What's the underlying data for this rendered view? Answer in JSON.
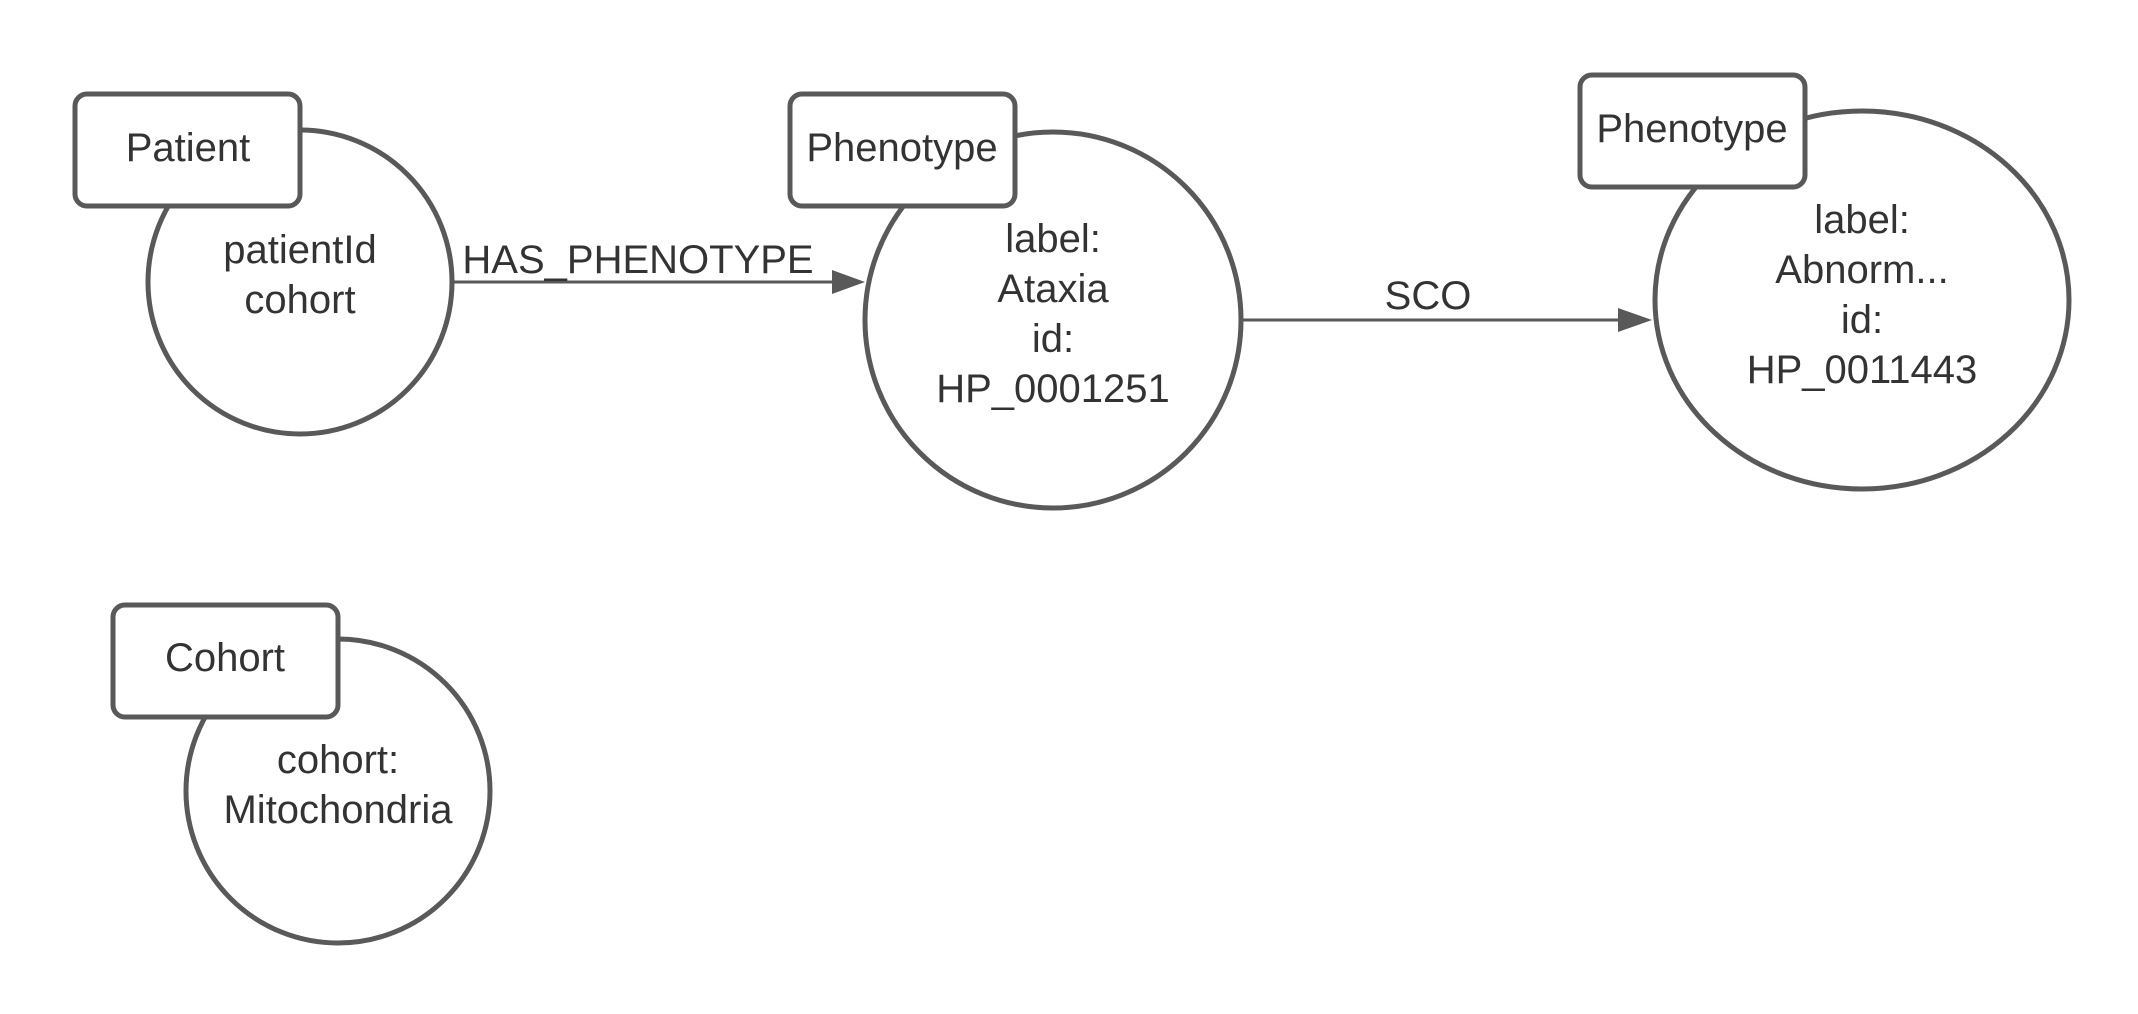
{
  "colors": {
    "stroke": "#595959",
    "text": "#333333",
    "background": "#ffffff"
  },
  "nodes": {
    "patient": {
      "tag": "Patient",
      "properties": [
        "patientId",
        "cohort"
      ]
    },
    "phenotype_ataxia": {
      "tag": "Phenotype",
      "properties": [
        "label:",
        "Ataxia",
        "id:",
        "HP_0001251"
      ]
    },
    "phenotype_abnorm": {
      "tag": "Phenotype",
      "properties": [
        "label:",
        "Abnorm...",
        "id:",
        "HP_0011443"
      ]
    },
    "cohort": {
      "tag": "Cohort",
      "properties": [
        "cohort:",
        "Mitochondria"
      ]
    }
  },
  "edges": {
    "has_phenotype": {
      "label": "HAS_PHENOTYPE"
    },
    "sco": {
      "label": "SCO"
    }
  }
}
